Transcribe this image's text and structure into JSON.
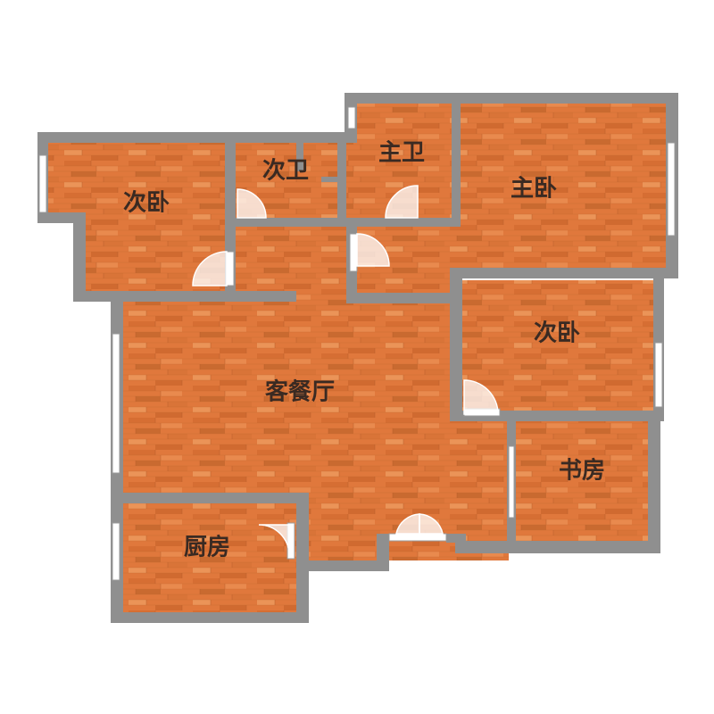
{
  "plan": {
    "colors": {
      "floor": "#e0783c",
      "floor_dark": "#c86428",
      "floor_light": "#ec935a",
      "wall": "#8f8f8f",
      "label": "#3a2a22"
    },
    "rooms": [
      {
        "id": "bedroom-northwest",
        "label": "次卧"
      },
      {
        "id": "second-bathroom",
        "label": "次卫"
      },
      {
        "id": "master-bathroom",
        "label": "主卫"
      },
      {
        "id": "master-bedroom",
        "label": "主卧"
      },
      {
        "id": "bedroom-east",
        "label": "次卧"
      },
      {
        "id": "living-dining",
        "label": "客餐厅"
      },
      {
        "id": "study",
        "label": "书房"
      },
      {
        "id": "kitchen",
        "label": "厨房"
      }
    ]
  }
}
